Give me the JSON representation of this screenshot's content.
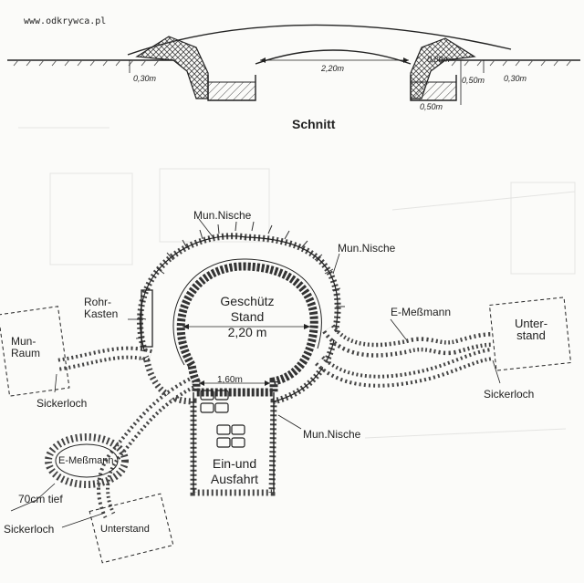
{
  "watermark": "www.odkrywca.pl",
  "section": {
    "title": "Schnitt",
    "dims": {
      "d030_left": "0,30m",
      "d220": "2,20m",
      "d080": "0,80m",
      "d050": "0,50m",
      "d030_right": "0,30m",
      "d050_bottom": "0,50m"
    }
  },
  "plan": {
    "center": [
      "Geschütz",
      "Stand",
      "2,20 m"
    ],
    "width_160": "1,60m",
    "entry": [
      "Ein-und",
      "Ausfahrt"
    ],
    "mun_nische_top": "Mun.Nische",
    "mun_nische_right": "Mun.Nische",
    "mun_nische_bottom": "Mun.Nische",
    "rohr_kasten": [
      "Rohr-",
      "Kasten"
    ],
    "mun_raum": [
      "Mun-",
      "Raum"
    ],
    "sickerloch_left": "Sickerloch",
    "e_messmann_left": "E-Meßmann",
    "tiefe": "70cm tief",
    "sickerloch_bottom": "Sickerloch",
    "unterstand_bottom": "Unterstand",
    "e_messmann_right": "E-Meßmann",
    "unterstand_right": [
      "Unter-",
      "stand"
    ],
    "sickerloch_right": "Sickerloch"
  }
}
